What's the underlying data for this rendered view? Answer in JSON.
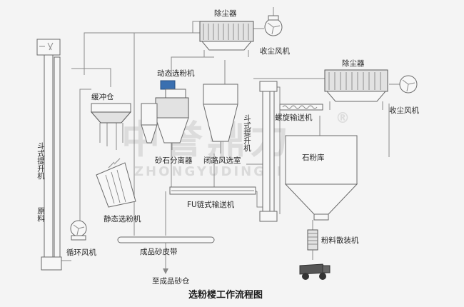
{
  "labels": {
    "dust_collector_1": "除尘器",
    "collector_fan_1": "收尘风机",
    "dust_collector_2": "除尘器",
    "collector_fan_2": "收尘风机",
    "bucket_elevator_left": "斗式提升机",
    "raw_material": "原料",
    "buffer_bin": "缓冲仓",
    "dynamic_separator": "动态选粉机",
    "sand_separator": "砂石分离器",
    "closed_circuit_chamber": "闭路风选室",
    "screw_conveyor": "螺旋输送机",
    "bucket_elevator_right": "斗式提升机",
    "powder_silo": "石粉库",
    "static_separator": "静态选粉机",
    "fu_conveyor": "FU链式输送机",
    "circulating_fan": "循环风机",
    "sand_belt": "成品砂皮带",
    "to_sand_bin": "至成品砂仓",
    "bulk_loader": "粉料散装机"
  },
  "watermark": {
    "brand_cn": "中誉鼎力",
    "brand_en": "ZHONGYUDINGLI",
    "registered": "®"
  },
  "caption": "选粉楼工作流程图",
  "colors": {
    "background": "#f4f4f4",
    "line": "#8a8a8a",
    "equipment": "#6a6a6a",
    "motor_accent": "#3a6fb0"
  }
}
